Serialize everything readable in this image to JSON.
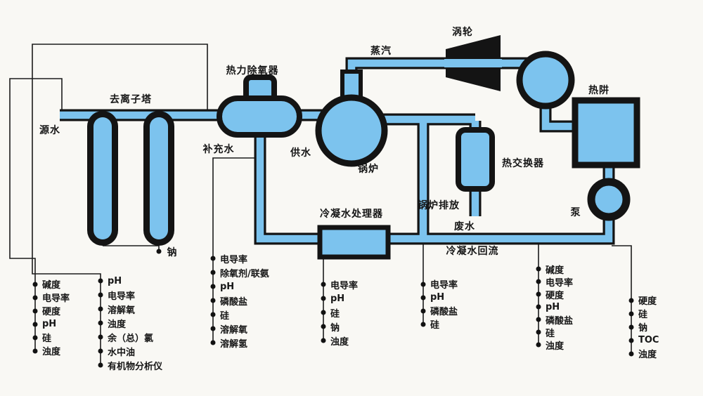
{
  "diagram": {
    "labels": {
      "source_water": "源水",
      "deionizer_tower": "去离子塔",
      "thermal_deaerator": "热力除氧器",
      "makeup_water": "补充水",
      "feed_water": "供水",
      "boiler": "锅炉",
      "steam": "蒸汽",
      "turbine": "涡轮",
      "heat_sink": "热阱",
      "heat_exchanger": "热交换器",
      "boiler_blowdown": "锅炉排放",
      "waste_water": "废水",
      "pump": "泵",
      "condensate_polisher": "冷凝水处理器",
      "condensate_return": "冷凝水回流",
      "sodium": "钠"
    },
    "colors": {
      "pipe_fill": "#7cc3ee",
      "outline": "#141414",
      "background": "#f9f8f4"
    },
    "sample_lists": {
      "source_water_params": {
        "items": [
          "碱度",
          "电导率",
          "硬度",
          "pH",
          "硅",
          "浊度"
        ]
      },
      "makeup_params": {
        "items": [
          "pH",
          "电导率",
          "溶解氧",
          "浊度",
          "余（总）氯",
          "水中油",
          "有机物分析仪"
        ]
      },
      "feedwater_params": {
        "items": [
          "电导率",
          "除氧剂/联氨",
          "pH",
          "磷酸盐",
          "硅",
          "溶解氧",
          "溶解氢"
        ]
      },
      "condensate_polisher_params": {
        "items": [
          "电导率",
          "pH",
          "硅",
          "钠",
          "浊度"
        ]
      },
      "blowdown_params": {
        "items": [
          "电导率",
          "pH",
          "磷酸盐",
          "硅"
        ]
      },
      "condensate_return_params": {
        "items": [
          "碱度",
          "电导率",
          "硬度",
          "pH",
          "磷酸盐",
          "硅",
          "浊度"
        ]
      },
      "heat_sink_params": {
        "items": [
          "硬度",
          "硅",
          "钠",
          "TOC",
          "浊度"
        ]
      }
    }
  }
}
